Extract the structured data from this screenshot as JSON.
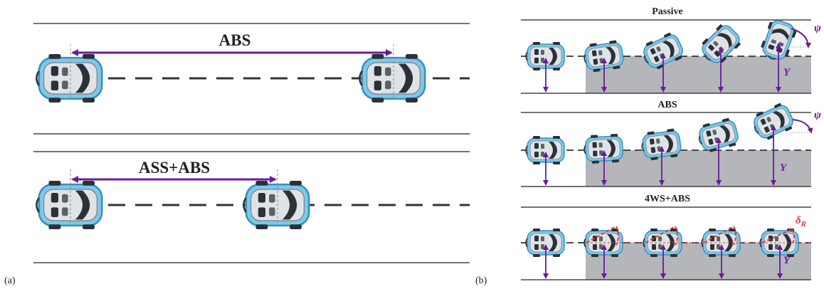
{
  "panel_a": {
    "label": "(a)",
    "lane_top_title": "ABS",
    "lane_bottom_title": "ASS+ABS"
  },
  "panel_b": {
    "label": "(b)",
    "rows": [
      {
        "title": "Passive",
        "angle_label": "ψ",
        "offset_label": "Y"
      },
      {
        "title": "ABS",
        "angle_label": "ψ",
        "offset_label": "Y"
      },
      {
        "title": "4WS+ABS",
        "angle_label": "δ",
        "angle_subscript": "R",
        "offset_label": "Y"
      }
    ]
  },
  "colors": {
    "arrow": "#6a1b9a",
    "car_body": "#7ec8ea",
    "car_body_dark": "#3a8fc0",
    "split_area": "#b4b6ba",
    "red_path": "#e53935"
  }
}
